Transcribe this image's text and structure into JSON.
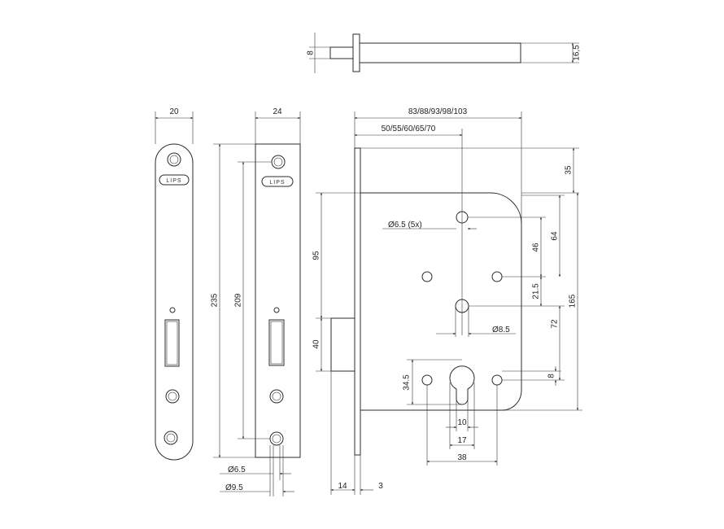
{
  "brand_logo": "LIPS",
  "pin": {
    "dims": {
      "diameter": "8",
      "length": "16,5"
    }
  },
  "forend_20": {
    "dims": {
      "width": "20"
    }
  },
  "forend_24": {
    "dims": {
      "width": "24",
      "height_total": "235",
      "height_holes": "209",
      "hole_small": "Ø6.5",
      "hole_large": "Ø9.5"
    }
  },
  "lock_body": {
    "dims": {
      "backset_total": "83/88/93/98/103",
      "backset": "50/55/60/65/70",
      "top_offset": "35",
      "fixing_holes": "Ø6.5 (5x)",
      "pitch_46": "46",
      "pitch_64": "64",
      "pitch_21_5": "21.5",
      "follower": "Ø8.5",
      "pitch_72": "72",
      "height_165": "165",
      "latch_95": "95",
      "latch_40": "40",
      "cyl_34_5": "34.5",
      "cyl_8": "8",
      "cyl_10": "10",
      "cyl_17": "17",
      "cyl_38": "38",
      "latch_14": "14",
      "faceplate_3": "3"
    }
  },
  "colors": {
    "line": "#2b2b2b",
    "text": "#222222",
    "background": "#ffffff"
  }
}
